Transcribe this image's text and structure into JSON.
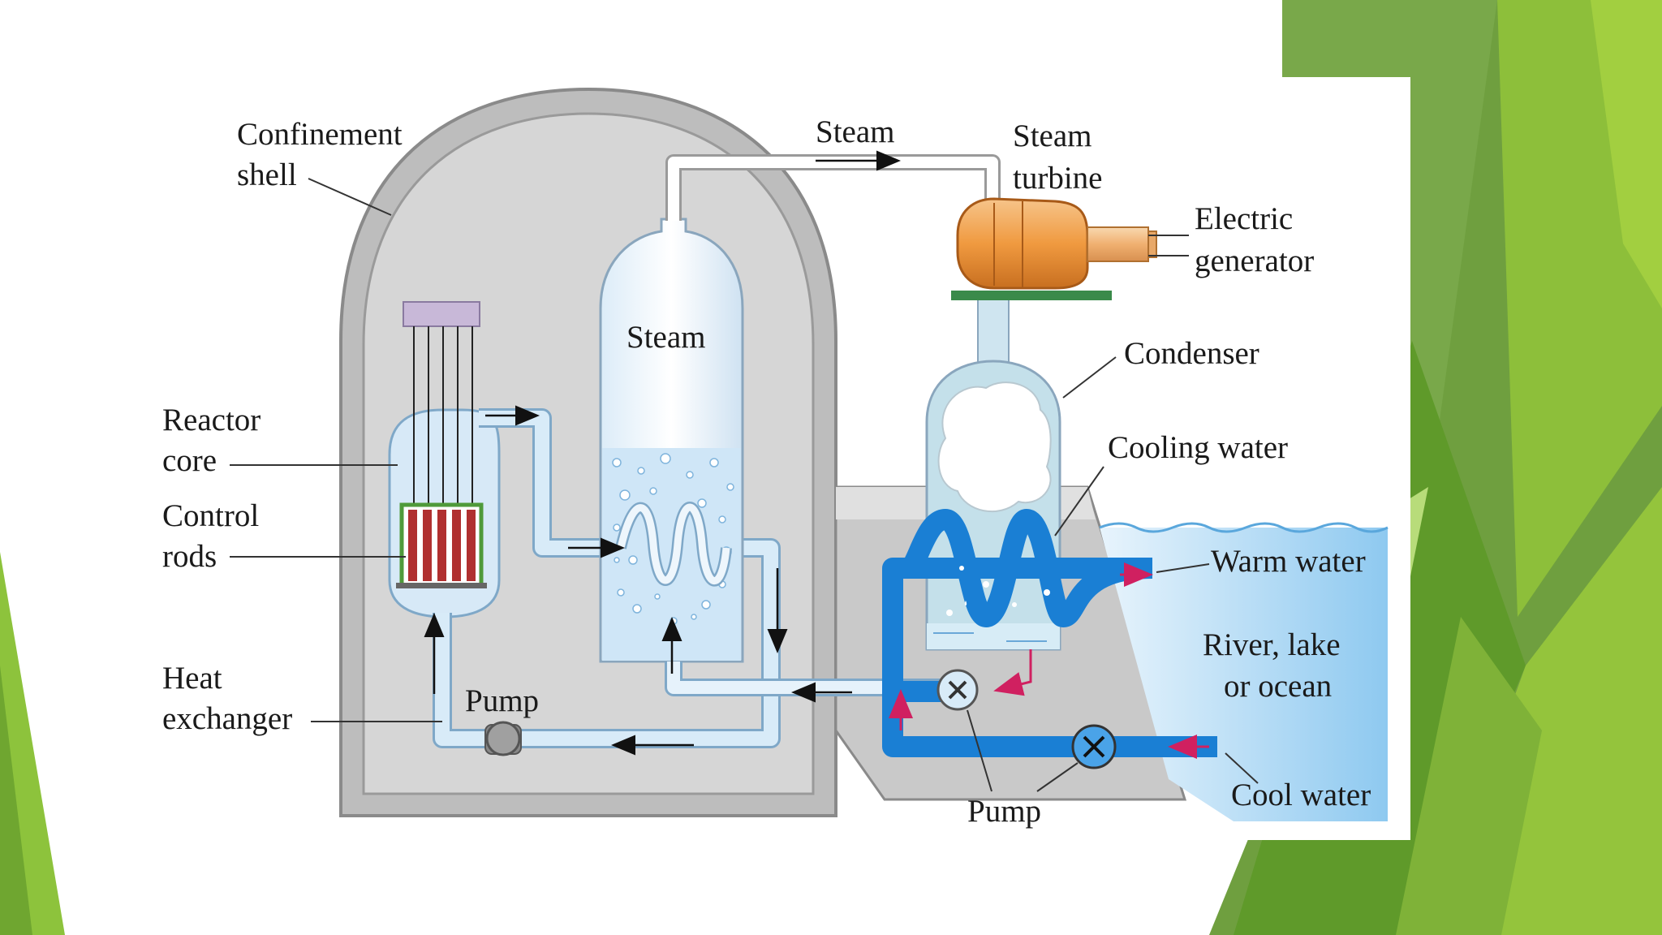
{
  "labels": {
    "confinement_shell_1": "Confinement",
    "confinement_shell_2": "shell",
    "steam_top": "Steam",
    "steam_turbine_1": "Steam",
    "steam_turbine_2": "turbine",
    "electric_generator_1": "Electric",
    "electric_generator_2": "generator",
    "steam_vessel": "Steam",
    "condenser": "Condenser",
    "cooling_water": "Cooling water",
    "reactor_core_1": "Reactor",
    "reactor_core_2": "core",
    "control_rods_1": "Control",
    "control_rods_2": "rods",
    "warm_water": "Warm water",
    "river_1": "River, lake",
    "river_2": "or ocean",
    "heat_exchanger_1": "Heat",
    "heat_exchanger_2": "exchanger",
    "pump_primary": "Pump",
    "pump_secondary": "Pump",
    "cool_water": "Cool water"
  },
  "colors": {
    "green_dark": "#5e9a2e",
    "green_mid": "#7cb83a",
    "green_light": "#9ccc3c",
    "green_pale": "#c5e08a",
    "shell_gray": "#9a9a9a",
    "shell_fill": "#d9d9d9",
    "pipe_light": "#cfe4f5",
    "pipe_outline": "#7fa8c8",
    "cooling_blue": "#1a7fd4",
    "water_blue": "#8ec9f0",
    "turbine_orange": "#f0a050",
    "rod_red": "#b03030",
    "rod_frame": "#4f9a3a",
    "turbine_base": "#3a8a4a",
    "cap_purple": "#c8b8d8",
    "arrow_red": "#d02060"
  }
}
